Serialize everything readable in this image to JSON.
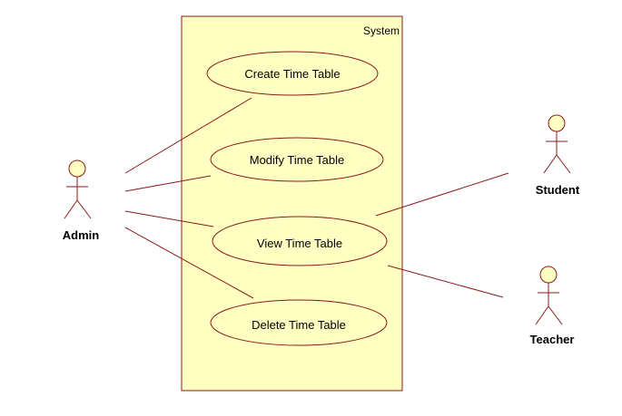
{
  "system": {
    "label": "System"
  },
  "use_cases": [
    {
      "label": "Create Time Table"
    },
    {
      "label": "Modify Time Table"
    },
    {
      "label": "View Time Table"
    },
    {
      "label": "Delete Time Table"
    }
  ],
  "actors": [
    {
      "label": "Admin"
    },
    {
      "label": "Student"
    },
    {
      "label": "Teacher"
    }
  ],
  "colors": {
    "stroke": "#8b1a1a",
    "fill": "#ffffc2",
    "text": "#000000"
  }
}
